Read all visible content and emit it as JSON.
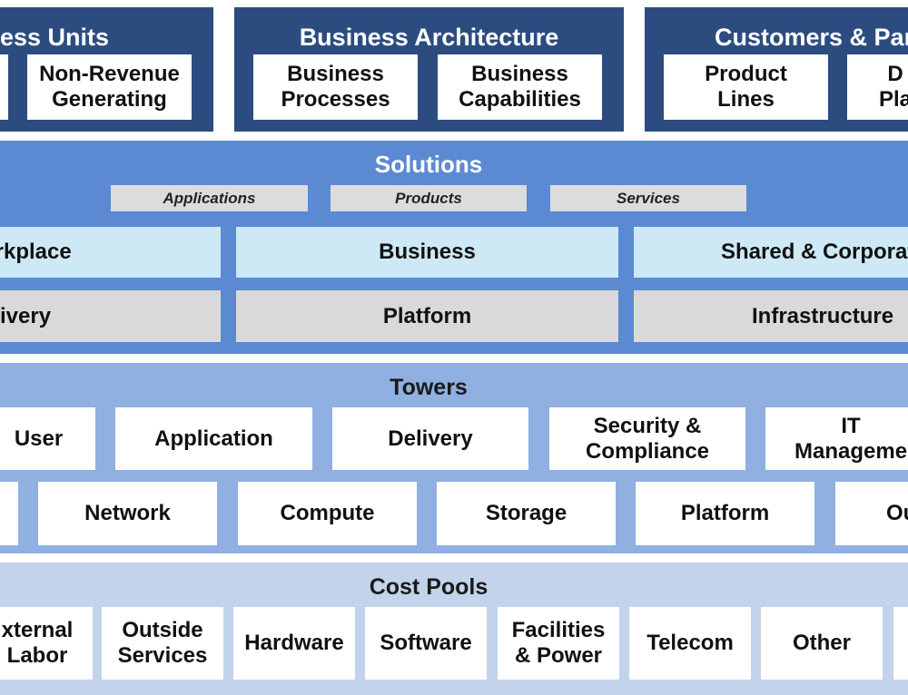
{
  "top": {
    "business_units": {
      "title": "ess Units",
      "items": [
        "",
        "Non-Revenue\nGenerating"
      ]
    },
    "business_architecture": {
      "title": "Business Architecture",
      "items": [
        "Business\nProcesses",
        "Business\nCapabilities"
      ]
    },
    "customers_partners": {
      "title": "Customers & Part",
      "items": [
        "Product\nLines",
        "D\nPla"
      ]
    }
  },
  "solutions": {
    "title": "Solutions",
    "chips": [
      "Applications",
      "Products",
      "Services"
    ],
    "row1": [
      "orkplace",
      "Business",
      "Shared & Corporat"
    ],
    "row2": [
      "elivery",
      "Platform",
      "Infrastructure"
    ]
  },
  "towers": {
    "title": "Towers",
    "row1": [
      "User",
      "Application",
      "Delivery",
      "Security &\nCompliance",
      "IT\nManageme"
    ],
    "row2": [
      "",
      "Network",
      "Compute",
      "Storage",
      "Platform",
      "Ou"
    ]
  },
  "cost_pools": {
    "title": "Cost Pools",
    "items": [
      "xternal\nLabor",
      "Outside\nServices",
      "Hardware",
      "Software",
      "Facilities\n& Power",
      "Telecom",
      "Other",
      ""
    ]
  }
}
